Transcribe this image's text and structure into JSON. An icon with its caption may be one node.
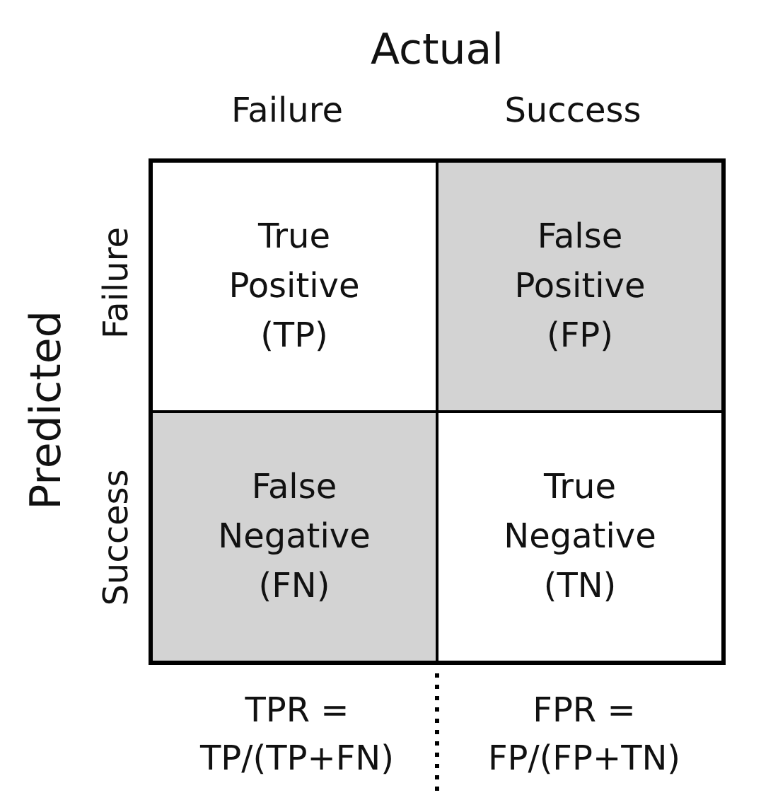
{
  "diagram": {
    "title": "Actual",
    "nodes": [
      {
        "text": [
          "True Positive (TP)"
        ]
      },
      {
        "text": [
          "False Positive (FP)"
        ]
      },
      {
        "text": [
          "False Negative (FN)"
        ]
      },
      {
        "text": [
          "True Negative (TN)"
        ]
      }
    ],
    "labels": [
      "Failure",
      "Success",
      "Predicted",
      "Failure",
      "Success",
      "TPR = TP/(TP+FN)",
      "FPR = FP/(FP+TN)"
    ]
  }
}
